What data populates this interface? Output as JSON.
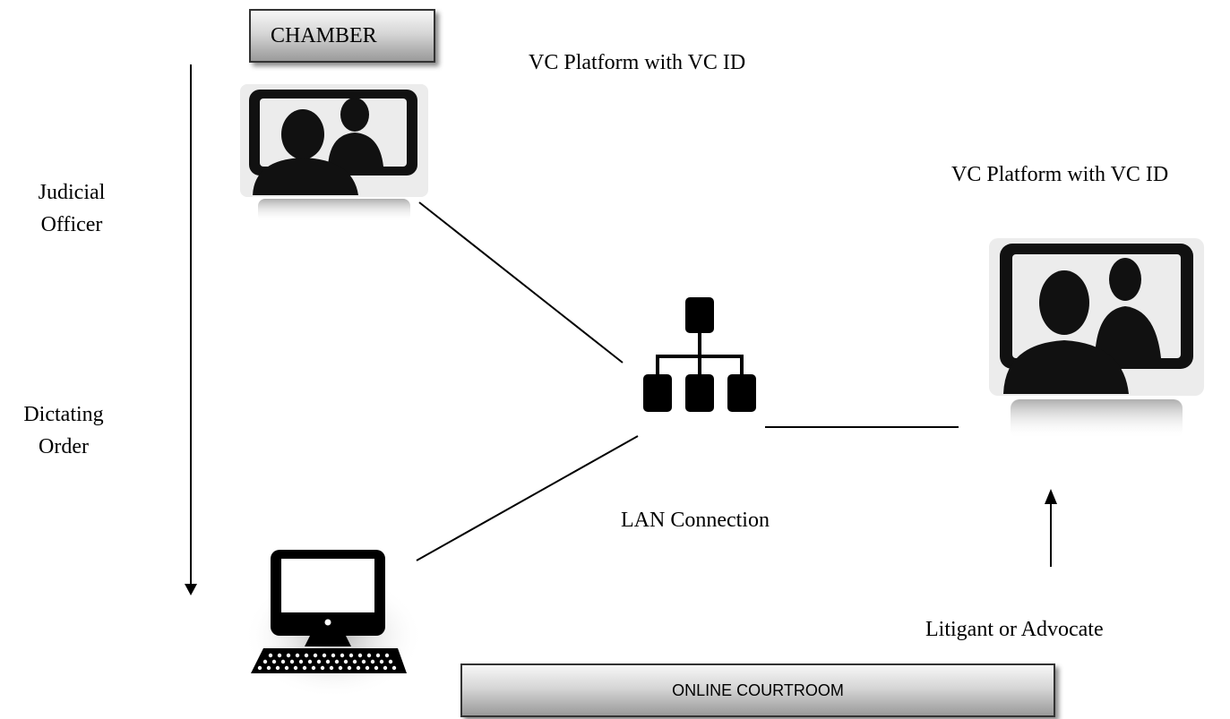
{
  "chamber": {
    "label": "CHAMBER"
  },
  "online_courtroom": {
    "label": "ONLINE COURTROOM"
  },
  "vc_platform_top": {
    "label": "VC Platform with VC ID"
  },
  "vc_platform_right": {
    "label": "VC Platform with VC ID"
  },
  "judicial_officer": {
    "line1": "Judicial",
    "line2": "Officer"
  },
  "dictating_order": {
    "line1": "Dictating",
    "line2": "Order"
  },
  "lan": {
    "label": "LAN Connection"
  },
  "litigant": {
    "label": "Litigant or Advocate"
  },
  "icons": {
    "chamber_monitor": "video-conference-icon",
    "remote_monitor": "video-conference-icon",
    "network": "network-hierarchy-icon",
    "courtroom_computer": "desktop-computer-icon"
  }
}
